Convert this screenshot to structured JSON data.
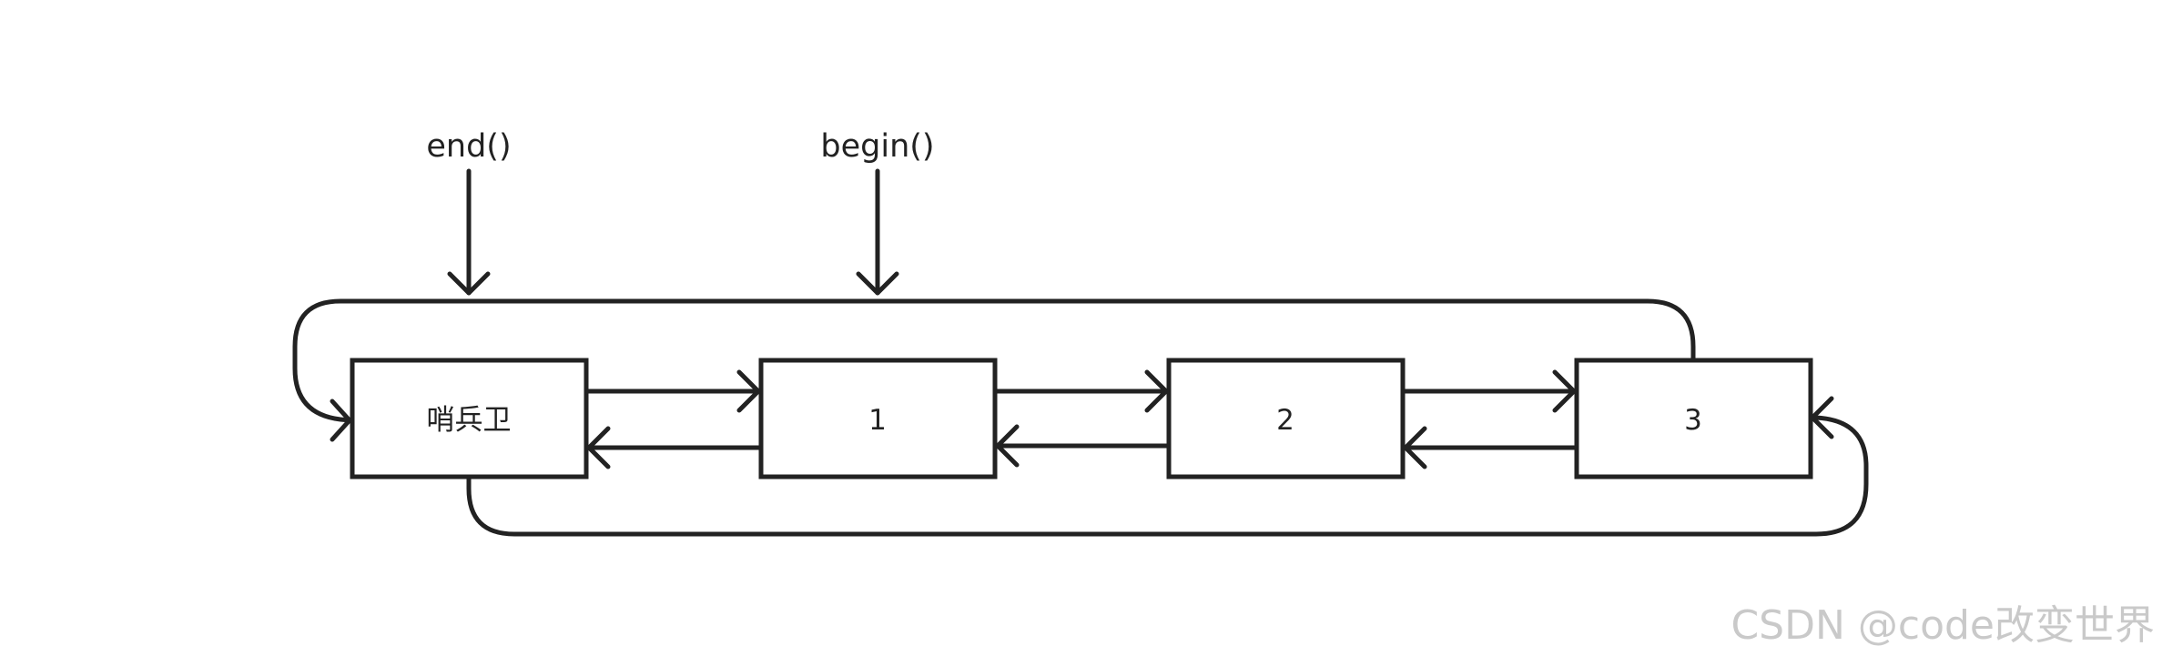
{
  "nodes": [
    {
      "label": "哨兵卫"
    },
    {
      "label": "1"
    },
    {
      "label": "2"
    },
    {
      "label": "3"
    }
  ],
  "pointers": {
    "end": "end()",
    "begin": "begin()"
  },
  "watermark": "CSDN @code改变世界",
  "colors": {
    "stroke": "#222222",
    "watermark": "#c9c9c9"
  }
}
